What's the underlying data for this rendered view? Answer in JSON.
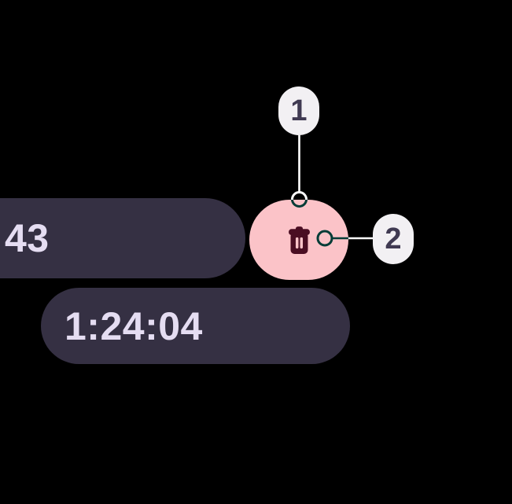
{
  "colors": {
    "background": "#000000",
    "pill": "#353043",
    "pill_text": "#E5DDF2",
    "delete_bg": "#FBC3C8",
    "delete_icon": "#4A0E23",
    "badge_bg": "#F2F0F3",
    "badge_text": "#403A52",
    "annotation": "#FFFFFF"
  },
  "timer_chips": [
    {
      "name": "remaining",
      "value": "43",
      "truncated_at_left_edge": true
    },
    {
      "name": "elapsed",
      "value": "1:24:04"
    }
  ],
  "delete_button": {
    "icon": "trash-icon"
  },
  "callouts": [
    {
      "label": "1",
      "points_to": "delete-button-top"
    },
    {
      "label": "2",
      "points_to": "delete-button-icon-right"
    }
  ]
}
